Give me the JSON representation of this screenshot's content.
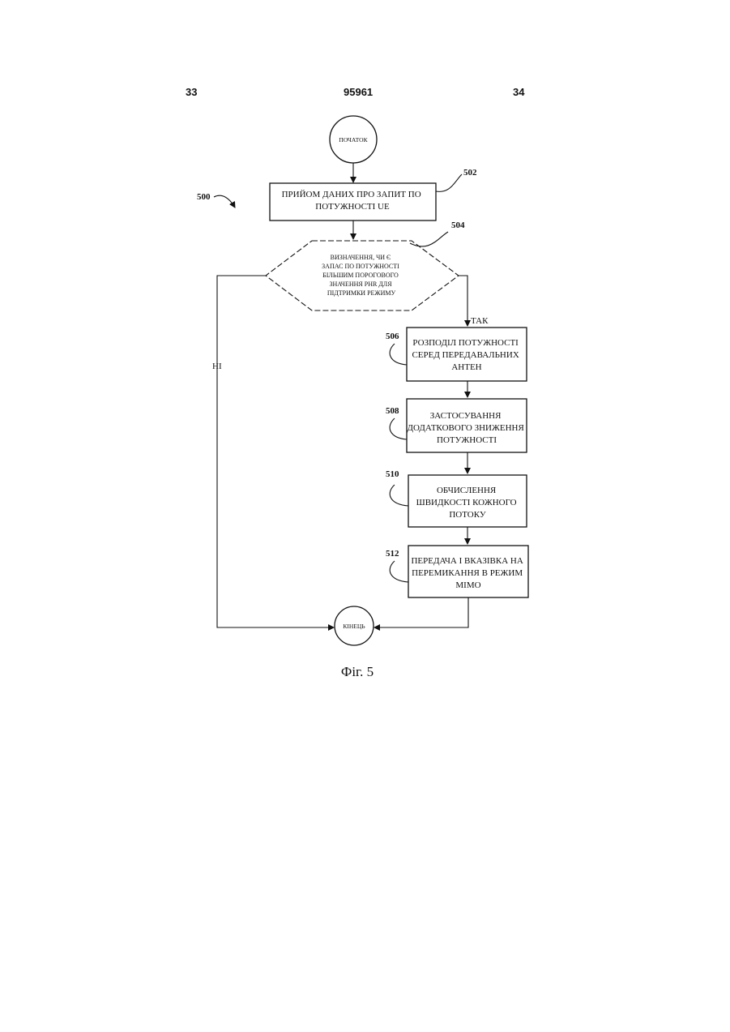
{
  "header": {
    "page_left": "33",
    "patent_number": "95961",
    "page_right": "34"
  },
  "diagram": {
    "figure_ref": "500",
    "start_label": "ПОЧАТОК",
    "end_label": "КІНЕЦЬ",
    "steps": [
      {
        "ref": "502",
        "lines": [
          "ПРИЙОМ ДАНИХ ПРО ЗАПИТ ПО",
          "ПОТУЖНОСТІ UE"
        ]
      },
      {
        "ref": "506",
        "lines": [
          "РОЗПОДІЛ ПОТУЖНОСТІ",
          "СЕРЕД ПЕРЕДАВАЛЬНИХ",
          "АНТЕН"
        ]
      },
      {
        "ref": "508",
        "lines": [
          "ЗАСТОСУВАННЯ",
          "ДОДАТКОВОГО ЗНИЖЕННЯ",
          "ПОТУЖНОСТІ"
        ]
      },
      {
        "ref": "510",
        "lines": [
          "ОБЧИСЛЕННЯ",
          "ШВИДКОСТІ КОЖНОГО",
          "ПОТОКУ"
        ]
      },
      {
        "ref": "512",
        "lines": [
          "ПЕРЕДАЧА І ВКАЗІВКА НА",
          "ПЕРЕМИКАННЯ В РЕЖИМ",
          "МІМО"
        ]
      }
    ],
    "decision": {
      "ref": "504",
      "lines": [
        "ВИЗНАЧЕННЯ, ЧИ Є",
        "ЗАПАС ПО ПОТУЖНОСТІ",
        "БІЛЬШИМ ПОРОГОВОГО",
        "ЗНАЧЕННЯ PHR ДЛЯ",
        "ПІДТРИМКИ РЕЖИМУ"
      ],
      "yes_label": "ТАК",
      "no_label": "НІ"
    }
  },
  "caption": "Фіг. 5"
}
